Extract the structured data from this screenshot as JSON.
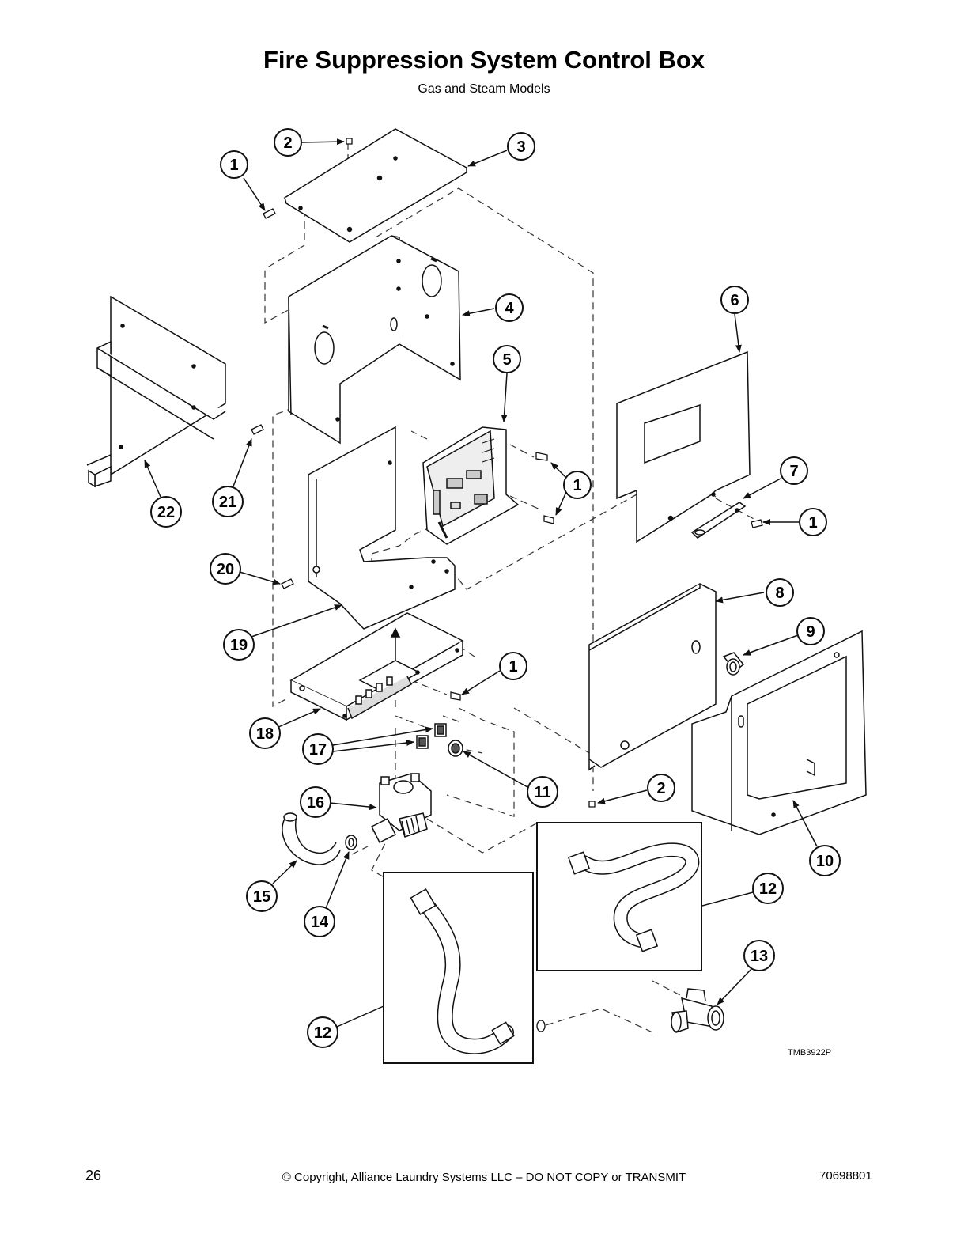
{
  "header": {
    "title": "Fire Suppression System Control Box",
    "subtitle": "Gas and Steam Models"
  },
  "diagram": {
    "drawing_id": "TMB3922P",
    "callouts": [
      {
        "id": "c1a",
        "label": "1"
      },
      {
        "id": "c2a",
        "label": "2"
      },
      {
        "id": "c3",
        "label": "3"
      },
      {
        "id": "c4",
        "label": "4"
      },
      {
        "id": "c5",
        "label": "5"
      },
      {
        "id": "c6",
        "label": "6"
      },
      {
        "id": "c1b",
        "label": "1"
      },
      {
        "id": "c7",
        "label": "7"
      },
      {
        "id": "c1c",
        "label": "1"
      },
      {
        "id": "c22",
        "label": "22"
      },
      {
        "id": "c21",
        "label": "21"
      },
      {
        "id": "c20",
        "label": "20"
      },
      {
        "id": "c19",
        "label": "19"
      },
      {
        "id": "c8",
        "label": "8"
      },
      {
        "id": "c9",
        "label": "9"
      },
      {
        "id": "c1d",
        "label": "1"
      },
      {
        "id": "c18",
        "label": "18"
      },
      {
        "id": "c17",
        "label": "17"
      },
      {
        "id": "c11",
        "label": "11"
      },
      {
        "id": "c2b",
        "label": "2"
      },
      {
        "id": "c16",
        "label": "16"
      },
      {
        "id": "c10",
        "label": "10"
      },
      {
        "id": "c15",
        "label": "15"
      },
      {
        "id": "c14",
        "label": "14"
      },
      {
        "id": "c12a",
        "label": "12"
      },
      {
        "id": "c13",
        "label": "13"
      },
      {
        "id": "c12b",
        "label": "12"
      }
    ]
  },
  "footer": {
    "page_number": "26",
    "copyright": "© Copyright, Alliance Laundry Systems LLC – DO NOT COPY or TRANSMIT",
    "doc_number": "70698801"
  }
}
